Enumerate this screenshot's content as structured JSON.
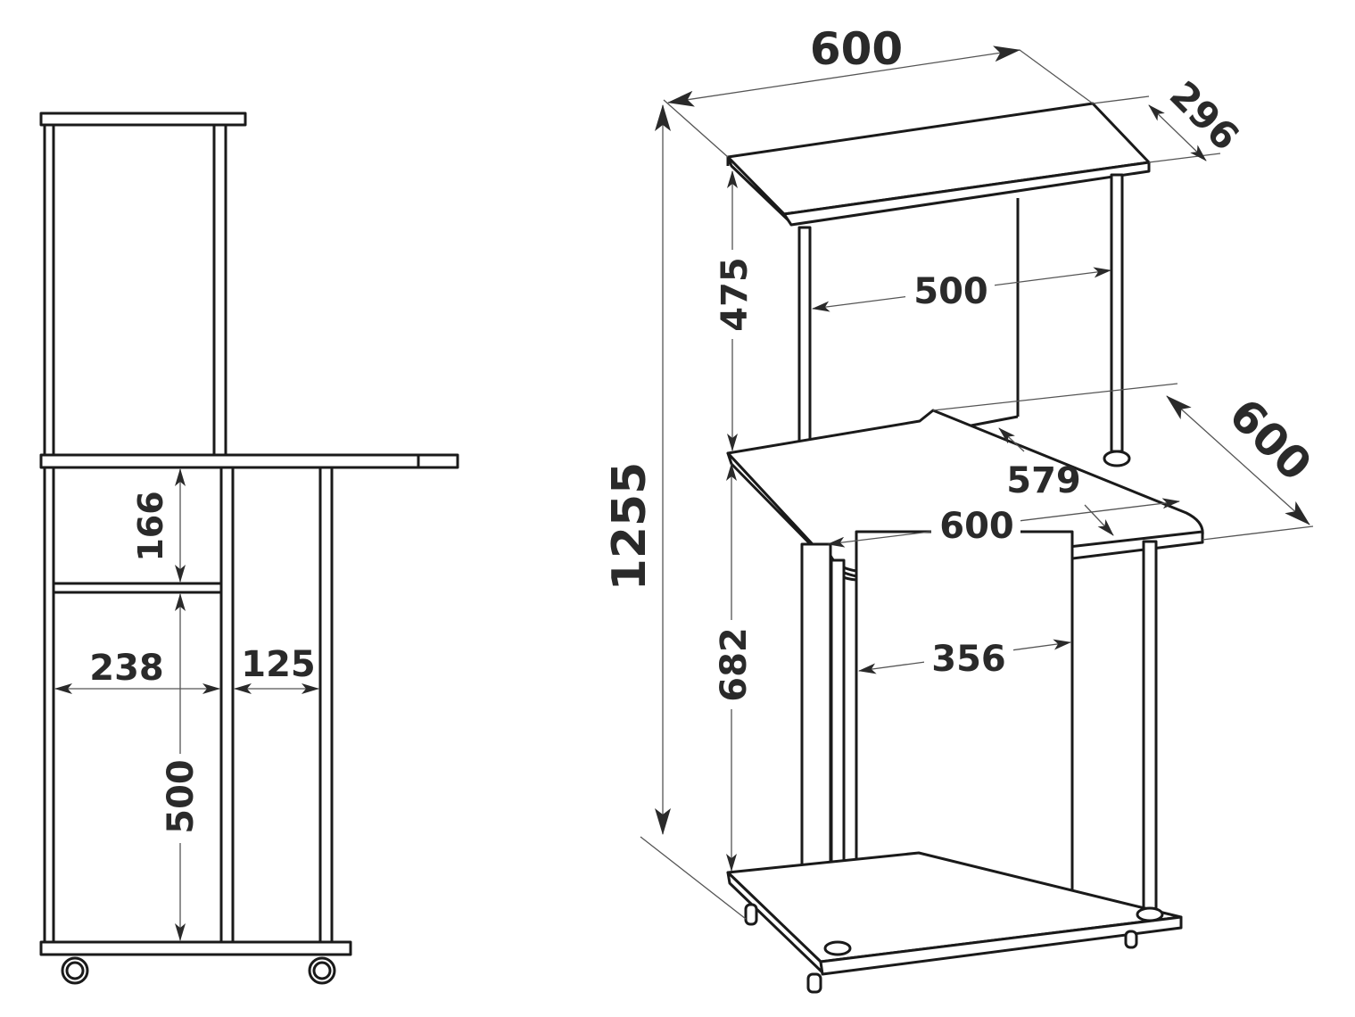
{
  "diagram": {
    "type": "technical drawing",
    "subject": "computer desk on casters with upper shelf",
    "units": "mm",
    "colors": {
      "line": "#1a1a1a",
      "text": "#2a2a2a",
      "background": "#ffffff"
    }
  },
  "side_view": {
    "dimensions": {
      "shelf_gap_height": "166",
      "lower_compartment_height": "500",
      "left_compartment_width": "238",
      "right_compartment_width": "125"
    }
  },
  "iso_view": {
    "dimensions": {
      "top_shelf_width": "600",
      "top_shelf_depth": "296",
      "upper_shelf_height": "475",
      "upper_post_spacing": "500",
      "overall_height": "1255",
      "desk_depth": "600",
      "desk_inner_depth": "579",
      "desk_width": "600",
      "lower_height": "682",
      "cabinet_width": "356"
    }
  }
}
